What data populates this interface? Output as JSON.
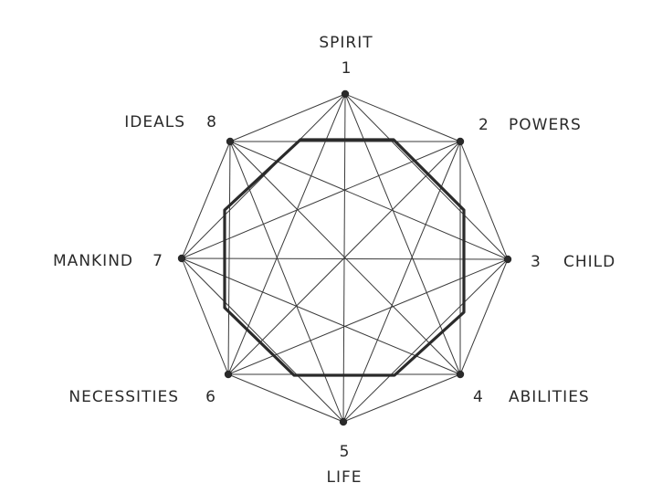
{
  "nodes": [
    {
      "number": "1",
      "label": "SPIRIT"
    },
    {
      "number": "2",
      "label": "POWERS"
    },
    {
      "number": "3",
      "label": "CHILD"
    },
    {
      "number": "4",
      "label": "ABILITIES"
    },
    {
      "number": "5",
      "label": "LIFE"
    },
    {
      "number": "6",
      "label": "NECESSITIES"
    },
    {
      "number": "7",
      "label": "MANKIND"
    },
    {
      "number": "8",
      "label": "IDEALS"
    }
  ],
  "colors": {
    "ink": "#2a2a2a",
    "background": "#ffffff"
  }
}
